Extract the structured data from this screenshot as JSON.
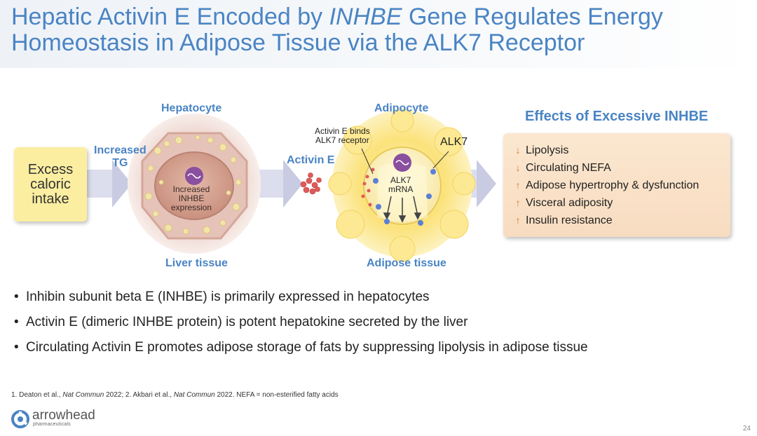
{
  "slide": {
    "title_line1": "Hepatic Activin E Encoded by ",
    "title_italic": "INHBE",
    "title_line1_end": " Gene Regulates Energy",
    "title_line2": "Homeostasis in Adipose Tissue via the ALK7 Receptor",
    "page_number": "24"
  },
  "diagram": {
    "excess_box": "Excess\ncaloric\nintake",
    "increased_tg": "Increased\nTG",
    "hepatocyte_label": "Hepatocyte",
    "liver_tissue_label": "Liver tissue",
    "inhbe_expression": "Increased\nINHBE\nexpression",
    "activin_e_label": "Activin E",
    "adipocyte_label": "Adipocyte",
    "adipose_tissue_label": "Adipose tissue",
    "binding_note": "Activin E binds\nALK7 receptor",
    "alk7_label": "ALK7",
    "alk7_mrna": "ALK7\nmRNA",
    "colors": {
      "accent_blue": "#4a84c4",
      "yellow_box": "#fbeea0",
      "peach_box": "#f8dcc0",
      "arrow_lavender": "#c9cbe3",
      "down_arrow": "#d27a2a",
      "activin_red": "#e05a5a",
      "receptor_blue": "#5b7fd6"
    }
  },
  "effects": {
    "title": "Effects of Excessive INHBE",
    "items": [
      {
        "direction": "down",
        "icon": "down-arrow-icon",
        "glyph": "↓",
        "label": "Lipolysis"
      },
      {
        "direction": "down",
        "icon": "down-arrow-icon",
        "glyph": "↓",
        "label": "Circulating NEFA"
      },
      {
        "direction": "up",
        "icon": "up-arrow-icon",
        "glyph": "↑",
        "label": "Adipose hypertrophy & dysfunction"
      },
      {
        "direction": "up",
        "icon": "up-arrow-icon",
        "glyph": "↑",
        "label": "Visceral adiposity"
      },
      {
        "direction": "up",
        "icon": "up-arrow-icon",
        "glyph": "↑",
        "label": "Insulin resistance"
      }
    ]
  },
  "bullets": [
    "Inhibin subunit beta E (INHBE) is primarily expressed in hepatocytes",
    "Activin E (dimeric INHBE protein) is potent hepatokine secreted by the liver",
    "Circulating Activin E promotes adipose storage of fats by suppressing lipolysis in adipose tissue"
  ],
  "footnote": {
    "part1": "1. Deaton et al., ",
    "journal1": "Nat Commun",
    "part2": " 2022; 2. Akbari et al., ",
    "journal2": "Nat Commun",
    "part3": " 2022. NEFA = non-esterified fatty acids"
  },
  "logo": {
    "name": "arrowhead",
    "sub": "pharmaceuticals"
  }
}
